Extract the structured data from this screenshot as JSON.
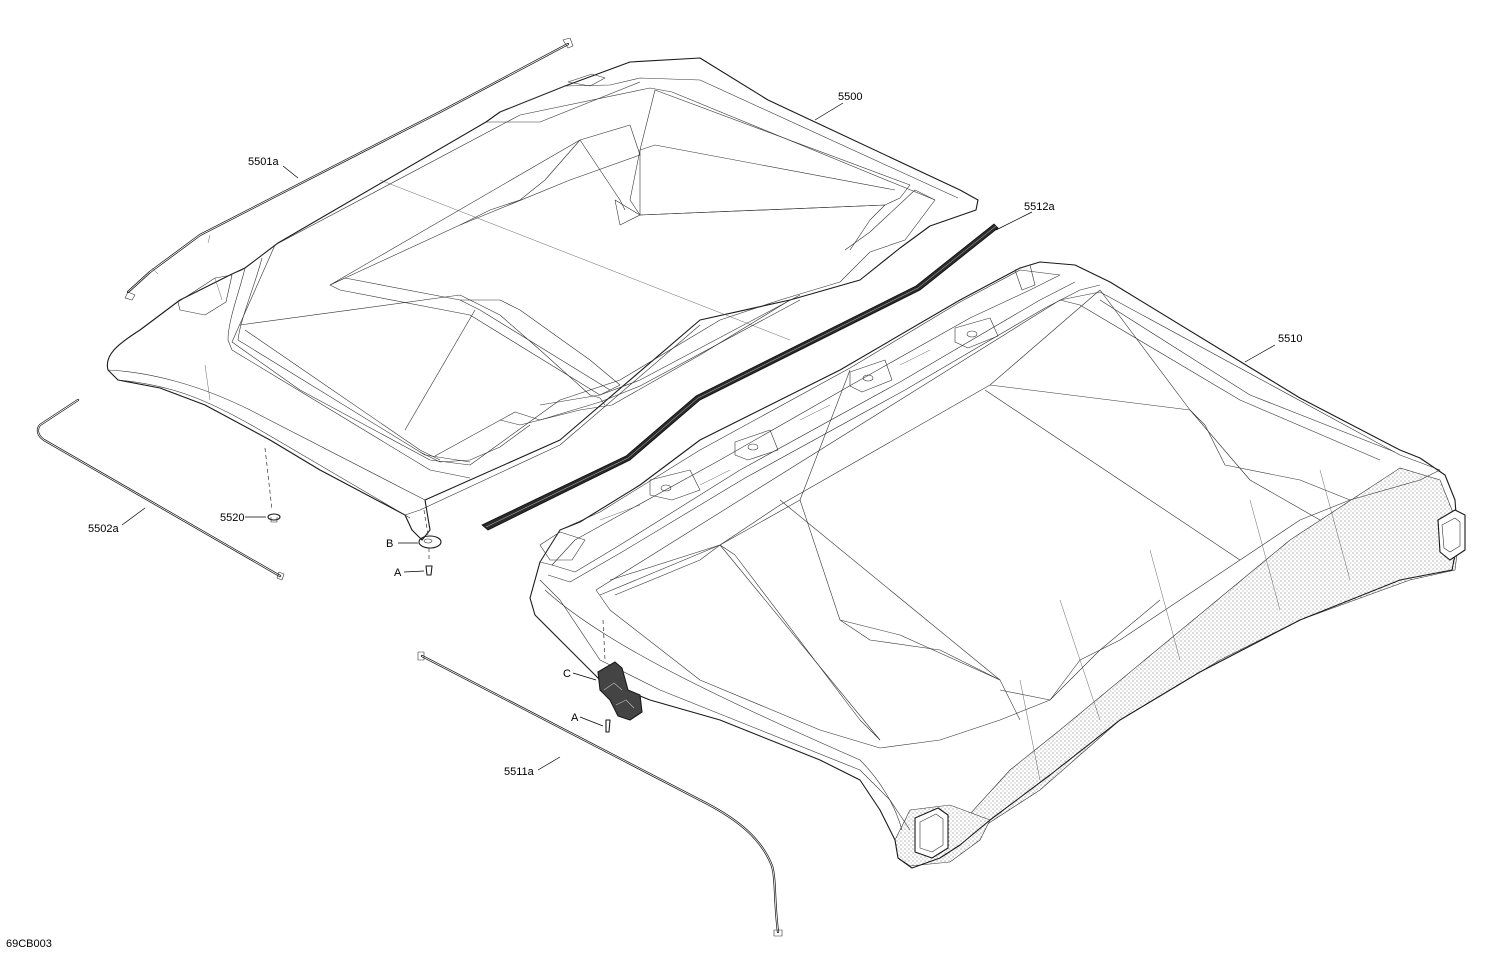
{
  "drawing_code": "69CB003",
  "parts": {
    "roof_front": "5500",
    "roof_front_side_seal": "5501a",
    "roof_front_rear_seal": "5502a",
    "roof_rear": "5510",
    "roof_rear_seal": "5511a",
    "center_seal": "5512a",
    "push_rivet": "5520"
  },
  "callouts": {
    "a_upper": "A",
    "a_lower": "A",
    "b": "B",
    "c": "C"
  },
  "colors": {
    "line": "#1a1a1a",
    "background": "#ffffff"
  }
}
